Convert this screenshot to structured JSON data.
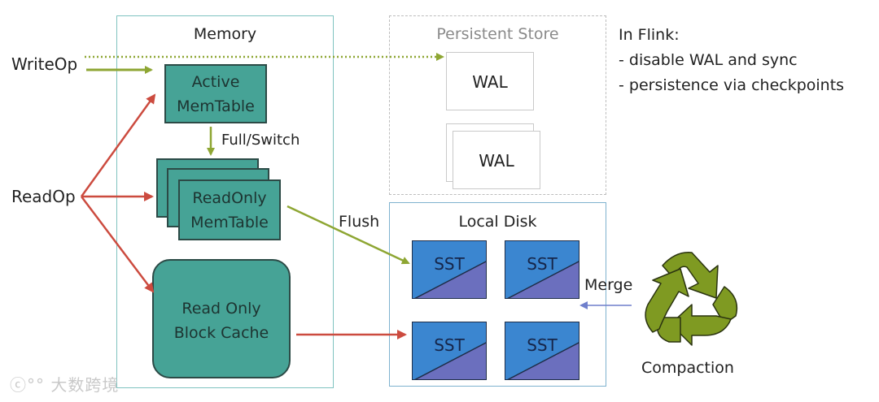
{
  "diagram": {
    "inputs": {
      "write_op": "WriteOp",
      "read_op": "ReadOp"
    },
    "memory": {
      "title": "Memory",
      "active_memtable": [
        "Active",
        "MemTable"
      ],
      "full_switch_label": "Full/Switch",
      "readonly_memtable": [
        "ReadOnly",
        "MemTable"
      ],
      "block_cache": [
        "Read Only",
        "Block Cache"
      ]
    },
    "persistent_store": {
      "title": "Persistent Store",
      "wal_1": "WAL",
      "wal_2": "WAL"
    },
    "flush_label": "Flush",
    "local_disk": {
      "title": "Local Disk",
      "sst_files": [
        "SST",
        "SST",
        "SST",
        "SST"
      ]
    },
    "merge_label": "Merge",
    "compaction_label": "Compaction",
    "flink_notes": {
      "heading": "In Flink:",
      "items": [
        "-  disable WAL and sync",
        "-  persistence via checkpoints"
      ]
    },
    "watermark": "大数跨境",
    "colors": {
      "write_arrow": "#8ea633",
      "read_arrow": "#cc4b3f",
      "merge_arrow": "#6f7fcc",
      "teal_fill": "#46a396",
      "sst_top": "#3b86d0",
      "sst_bottom": "#6b6fbe",
      "recycle": "#7f9a22"
    }
  }
}
